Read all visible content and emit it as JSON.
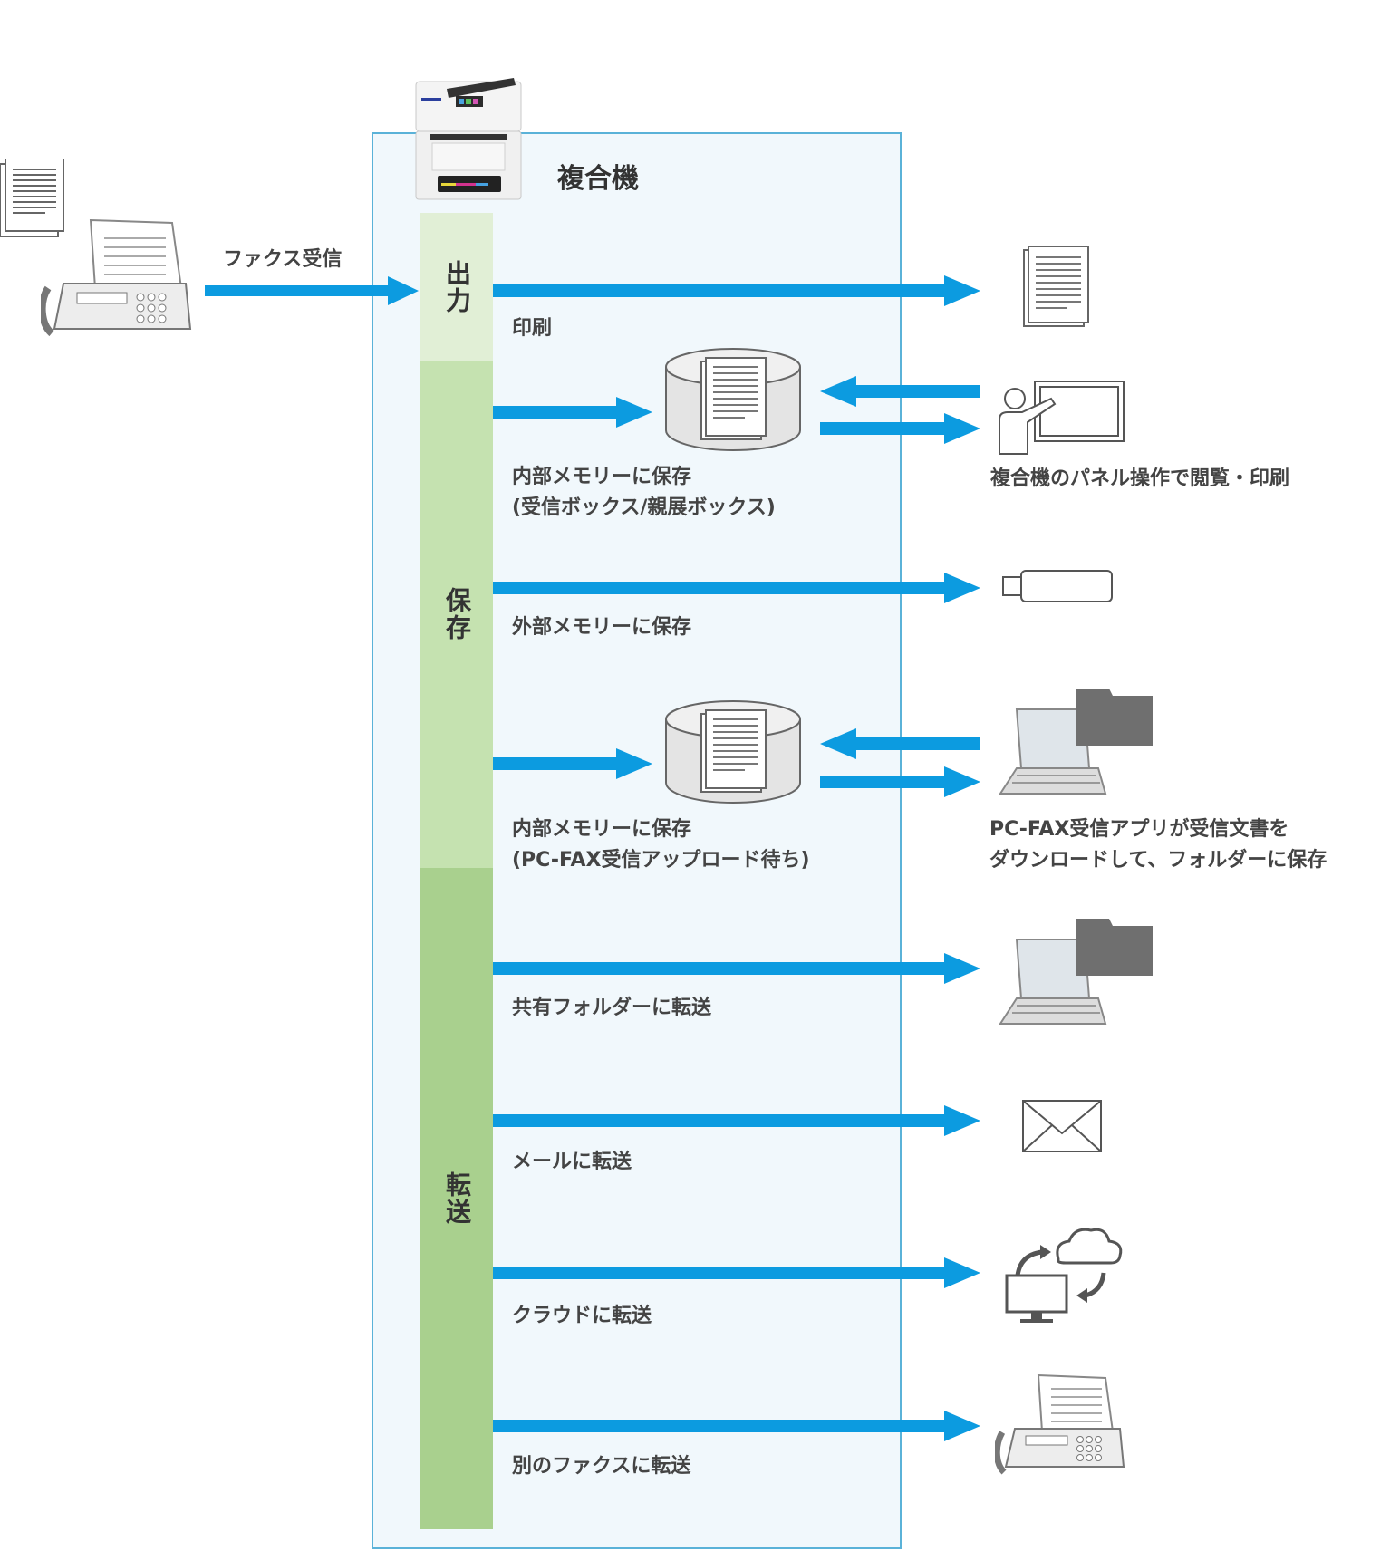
{
  "title": "複合機",
  "incoming": {
    "label": "ファクス受信"
  },
  "colors": {
    "arrow": "#0c9be0",
    "box_border": "#5ab2d8",
    "box_bg": "#f1f8fc",
    "band_output": "#e1efd6",
    "band_store": "#c5e2b0",
    "band_forward": "#a9d08e"
  },
  "bands": [
    {
      "id": "output",
      "label": "出力"
    },
    {
      "id": "store",
      "label": "保存"
    },
    {
      "id": "forward",
      "label": "転送"
    }
  ],
  "routes": [
    {
      "label": "印刷",
      "destination_icon": "document-icon",
      "destination_label": ""
    },
    {
      "label": "内部メモリーに保存\n(受信ボックス/親展ボックス)",
      "destination_icon": "panel-operation-icon",
      "destination_label": "複合機のパネル操作で閲覧・印刷"
    },
    {
      "label": "外部メモリーに保存",
      "destination_icon": "usb-memory-icon",
      "destination_label": ""
    },
    {
      "label": "内部メモリーに保存\n(PC-FAX受信アップロード待ち)",
      "destination_icon": "laptop-folder-icon",
      "destination_label": "PC-FAX受信アプリが受信文書を\nダウンロードして、フォルダーに保存"
    },
    {
      "label": "共有フォルダーに転送",
      "destination_icon": "laptop-folder-icon",
      "destination_label": ""
    },
    {
      "label": "メールに転送",
      "destination_icon": "mail-icon",
      "destination_label": ""
    },
    {
      "label": "クラウドに転送",
      "destination_icon": "cloud-sync-icon",
      "destination_label": ""
    },
    {
      "label": "別のファクスに転送",
      "destination_icon": "fax-machine-icon",
      "destination_label": ""
    }
  ]
}
